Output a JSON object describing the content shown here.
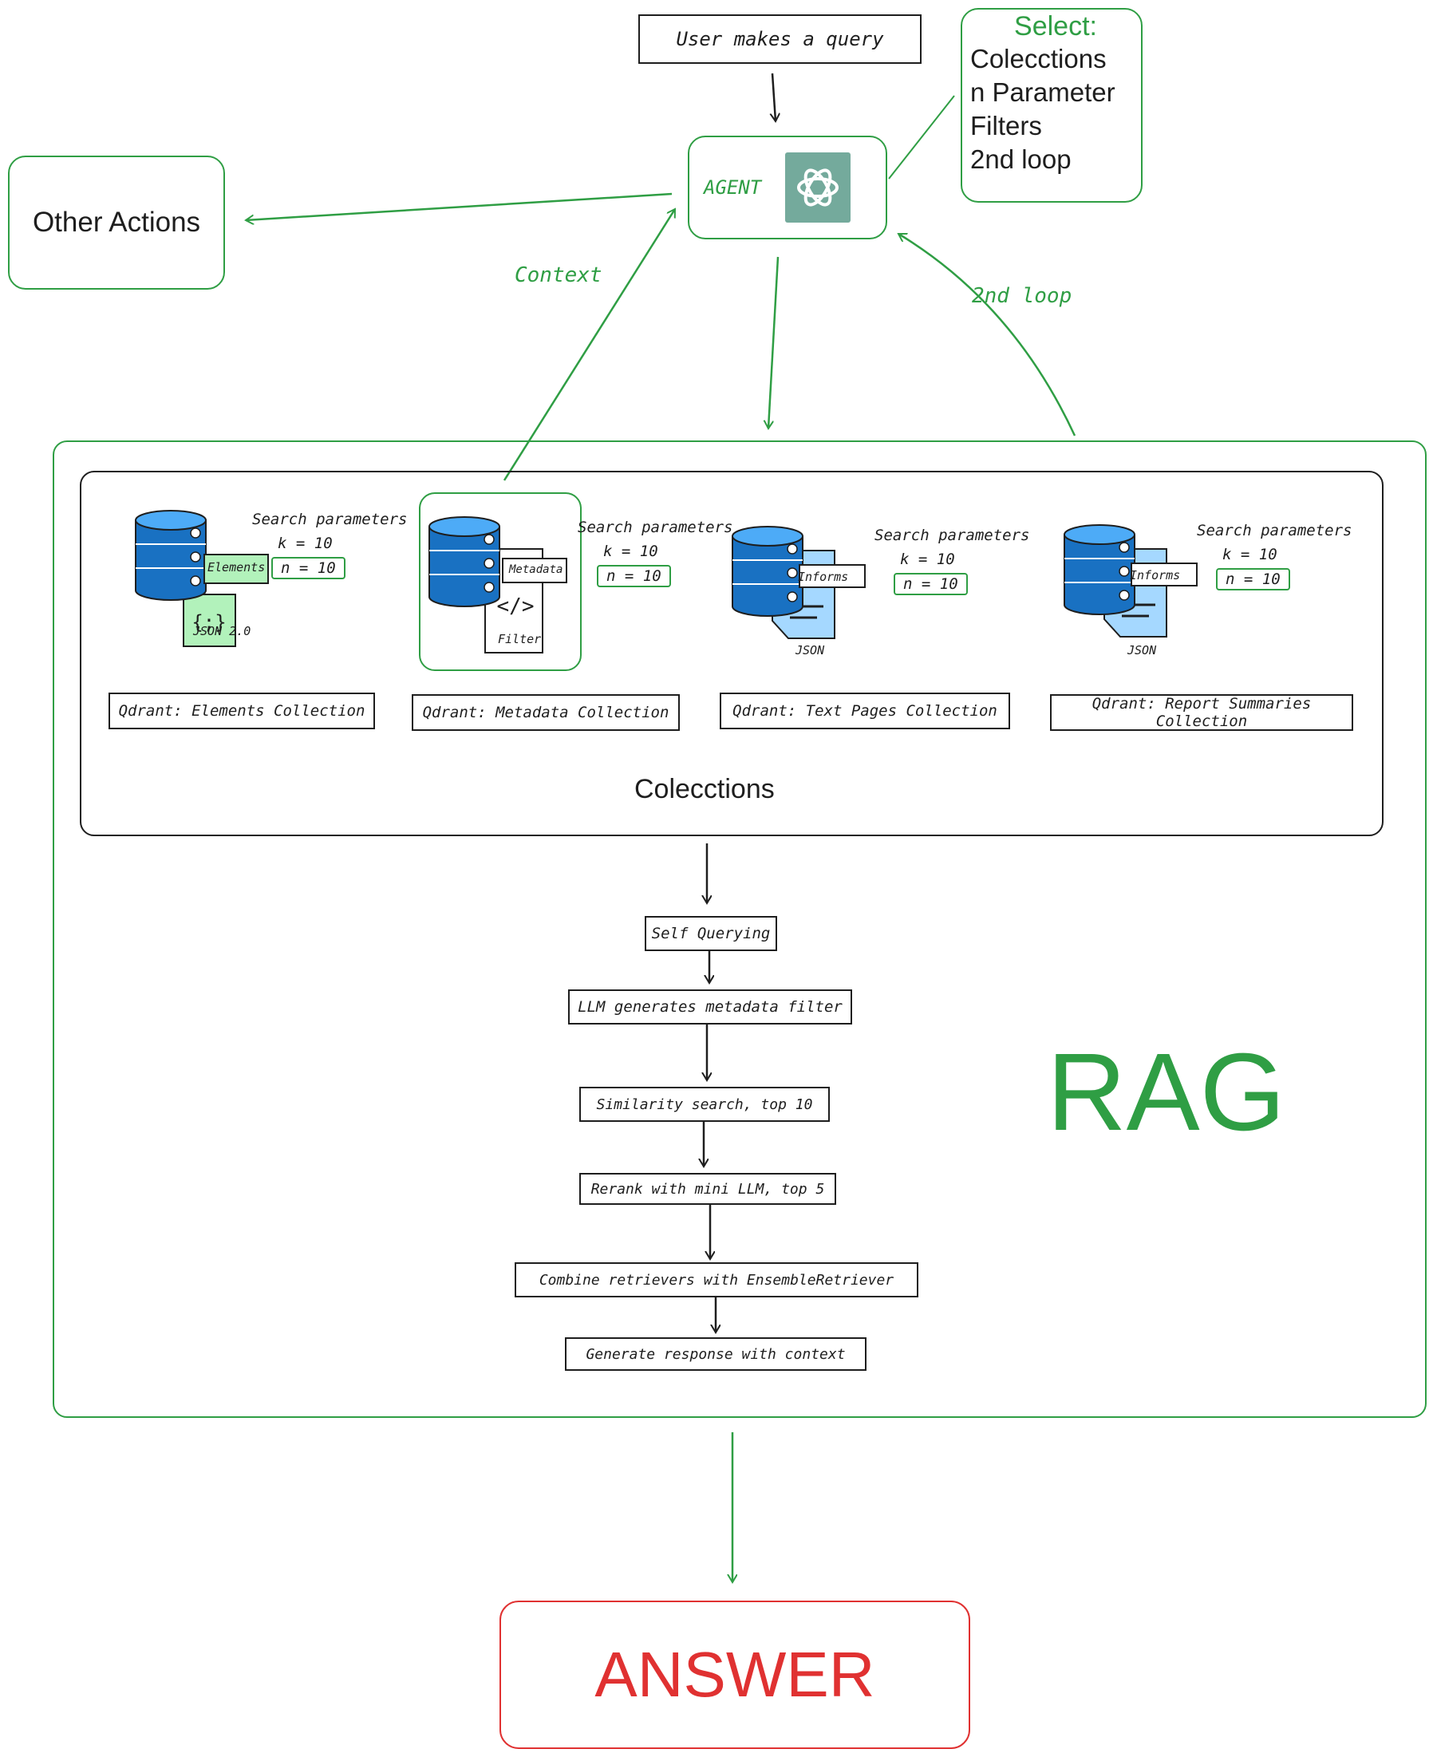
{
  "query": "User makes a query",
  "agent": {
    "label": "AGENT",
    "logo": "openai-logo"
  },
  "select_box": {
    "title": "Select:",
    "items": [
      "Colecctions",
      "n Parameter",
      "Filters",
      "2nd loop"
    ]
  },
  "other_actions": "Other Actions",
  "edge_labels": {
    "context": "Context",
    "second_loop": "2nd loop"
  },
  "collections_group": {
    "label": "Colecctions",
    "items": [
      {
        "name": "Qdrant: Elements Collection",
        "tag": "Elements",
        "doc_label": "JSON 2.0",
        "search_title": "Search parameters",
        "k": "k = 10",
        "n": "n = 10"
      },
      {
        "name": "Qdrant: Metadata Collection",
        "tag": "Metadata",
        "doc_label": "Filter",
        "search_title": "Search parameters",
        "k": "k = 10",
        "n": "n = 10"
      },
      {
        "name": "Qdrant: Text Pages Collection",
        "tag": "Informs",
        "doc_label": "JSON",
        "search_title": "Search parameters",
        "k": "k = 10",
        "n": "n = 10"
      },
      {
        "name": "Qdrant: Report Summaries Collection",
        "tag": "Informs",
        "doc_label": "JSON",
        "search_title": "Search parameters",
        "k": "k = 10",
        "n": "n = 10"
      }
    ]
  },
  "pipeline": [
    "Self Querying",
    "LLM generates metadata filter",
    "Similarity search, top 10",
    "Rerank with mini LLM, top 5",
    "Combine retrievers with EnsembleRetriever",
    "Generate response with context"
  ],
  "rag_label": "RAG",
  "answer": "ANSWER",
  "colors": {
    "green": "#2f9e44",
    "black": "#1e1e1e",
    "red": "#e03131",
    "db_blue": "#1971c2",
    "doc_green": "#b2f2bb",
    "doc_blue": "#a5d8ff"
  }
}
